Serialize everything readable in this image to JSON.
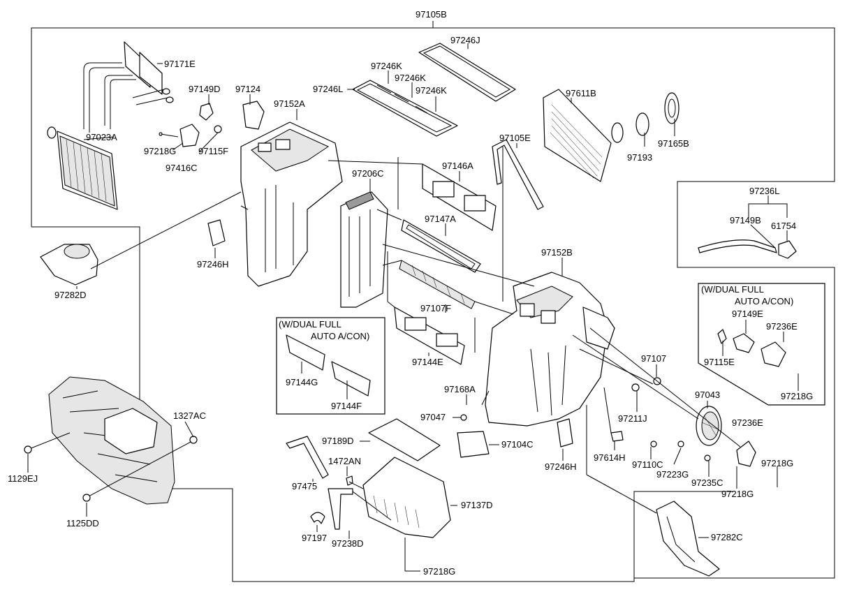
{
  "parts": {
    "p97105B": "97105B",
    "p97246J": "97246J",
    "p97171E": "97171E",
    "p97246K_1": "97246K",
    "p97246K_2": "97246K",
    "p97246K_3": "97246K",
    "p97246L": "97246L",
    "p97149D": "97149D",
    "p97124": "97124",
    "p97152A": "97152A",
    "p97611B": "97611B",
    "p97023A": "97023A",
    "p97218G_1": "97218G",
    "p97115F": "97115F",
    "p97416C": "97416C",
    "p97105E": "97105E",
    "p97193": "97193",
    "p97165B": "97165B",
    "p97206C": "97206C",
    "p97146A": "97146A",
    "p97236L": "97236L",
    "p97149B": "97149B",
    "p61754": "61754",
    "p97147A": "97147A",
    "p97246H_1": "97246H",
    "p97282D": "97282D",
    "p97152B": "97152B",
    "p97107F": "97107F",
    "p97144E": "97144E",
    "p97144G": "97144G",
    "p97144F": "97144F",
    "p97107": "97107",
    "p97168A": "97168A",
    "p97047": "97047",
    "p97211J": "97211J",
    "p97043": "97043",
    "p1327AC": "1327AC",
    "p97189D": "97189D",
    "p97104C": "97104C",
    "p97246H_2": "97246H",
    "p97614H": "97614H",
    "p97110C": "97110C",
    "p97236E_2": "97236E",
    "p97218G_3": "97218G",
    "p1129EJ": "1129EJ",
    "p1472AN": "1472AN",
    "p97475": "97475",
    "p97223G": "97223G",
    "p97235C": "97235C",
    "p97218G_4": "97218G",
    "p97137D": "97137D",
    "p1125DD": "1125DD",
    "p97197": "97197",
    "p97238D": "97238D",
    "p97282C": "97282C",
    "p97218G_5": "97218G",
    "p97115E": "97115E",
    "p97149E": "97149E",
    "p97236E_1": "97236E",
    "p97218G_2": "97218G"
  },
  "insets": {
    "dual_left_line1": "(W/DUAL FULL",
    "dual_left_line2": "AUTO A/CON)",
    "dual_right_line1": "(W/DUAL FULL",
    "dual_right_line2": "AUTO A/CON)"
  }
}
